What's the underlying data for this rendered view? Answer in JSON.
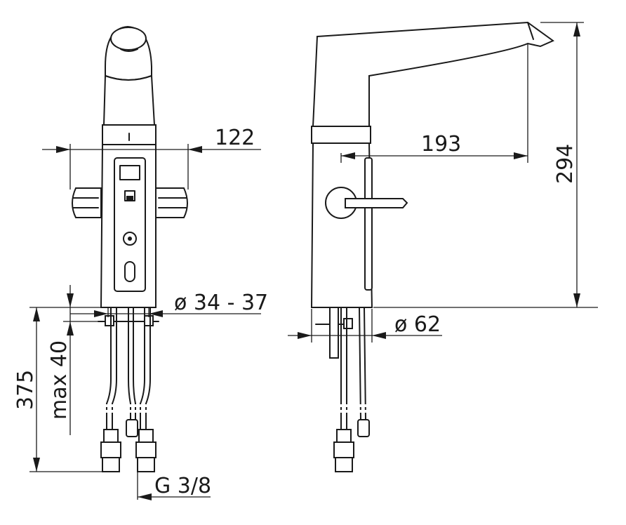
{
  "dimensions": {
    "width_front": "122",
    "spout_reach": "193",
    "height": "294",
    "mount_hole": "ø 34 - 37",
    "base_diameter": "ø 62",
    "hose_length": "375",
    "max_thickness": "max 40",
    "thread": "G 3/8"
  }
}
